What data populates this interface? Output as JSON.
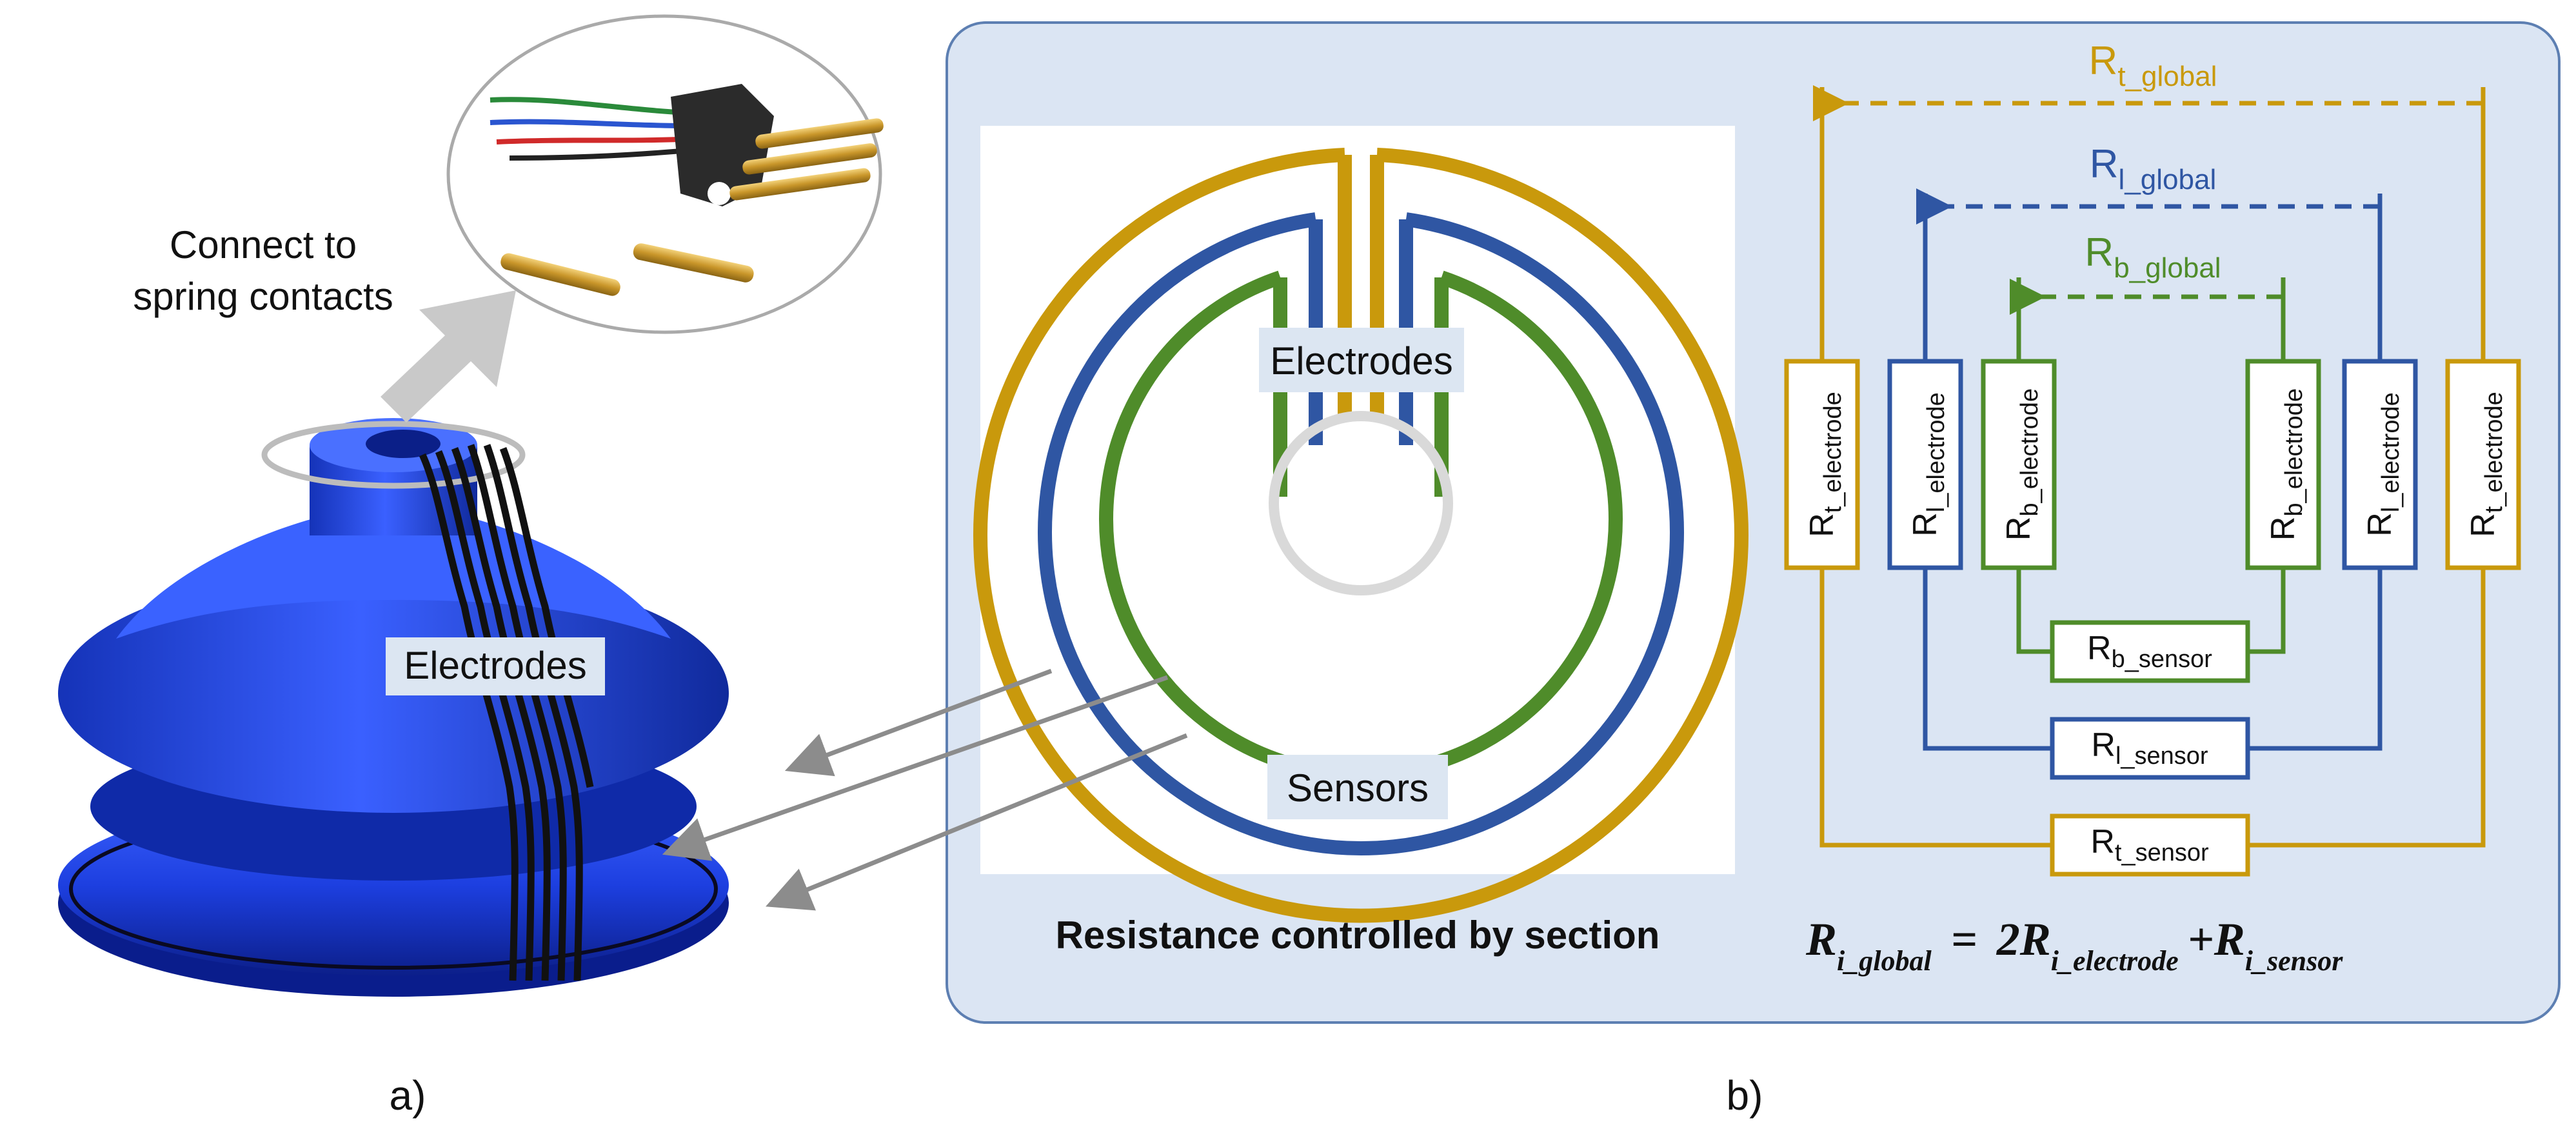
{
  "panel_a": {
    "label": "a)",
    "callout_line1": "Connect to",
    "callout_line2": "spring contacts",
    "electrodes_label": "Electrodes"
  },
  "panel_b": {
    "label": "b)",
    "ring_diagram": {
      "electrodes_label": "Electrodes",
      "sensors_label": "Sensors",
      "caption": "Resistance controlled by section"
    },
    "circuit": {
      "globals": [
        {
          "main": "R",
          "sub": "t_global",
          "color": "#c9990c"
        },
        {
          "main": "R",
          "sub": "l_global",
          "color": "#2f56a3"
        },
        {
          "main": "R",
          "sub": "b_global",
          "color": "#4f8c2a"
        }
      ],
      "electrodes": [
        {
          "main": "R",
          "sub": "t_electrode"
        },
        {
          "main": "R",
          "sub": "l_electrode"
        },
        {
          "main": "R",
          "sub": "b_electrode"
        },
        {
          "main": "R",
          "sub": "b_electrode"
        },
        {
          "main": "R",
          "sub": "l_electrode"
        },
        {
          "main": "R",
          "sub": "t_electrode"
        }
      ],
      "sensors": [
        {
          "main": "R",
          "sub": "b_sensor"
        },
        {
          "main": "R",
          "sub": "l_sensor"
        },
        {
          "main": "R",
          "sub": "t_sensor"
        }
      ],
      "formula": {
        "lhs_main": "R",
        "lhs_sub": "i_global",
        "equals": "=",
        "term1_coef": "2R",
        "term1_sub": "i_electrode",
        "plus": "+",
        "term2_main": "R",
        "term2_sub": "i_sensor"
      }
    },
    "colors": {
      "outer_t": "#c9990c",
      "middle_l": "#2f56a3",
      "inner_b": "#4f8c2a",
      "panel_bg": "#dbe5f3",
      "panel_border": "#5d7fb2",
      "label_box": "#dce6f2"
    }
  }
}
